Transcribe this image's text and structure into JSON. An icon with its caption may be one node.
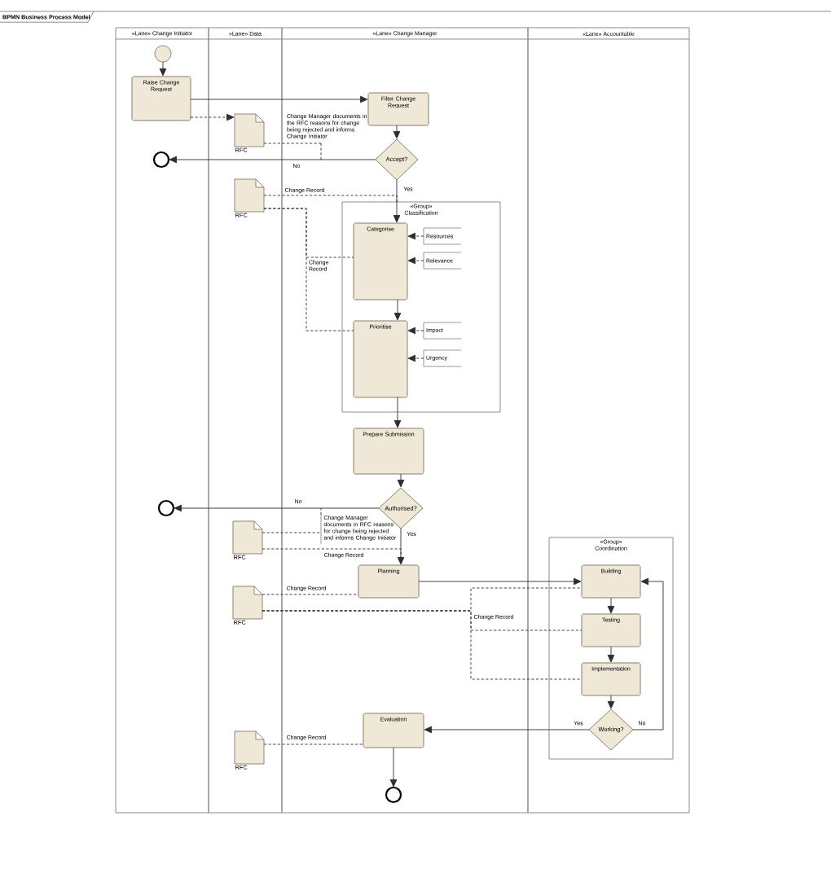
{
  "diagram": {
    "title": "BPMN Business Process Model",
    "nodes": [
      {
        "text": [
          "«Lane» Change Initiator"
        ]
      },
      {
        "text": [
          "«Lane» Data"
        ]
      },
      {
        "text": [
          "«Lane» Change Manager"
        ]
      },
      {
        "text": [
          "«Lane» Accountable"
        ]
      },
      {
        "text": [],
        "shape": "circle",
        "in": 0
      },
      {
        "text": [
          "Raise Change Request"
        ],
        "in": 0
      },
      {
        "text": [
          "Filter Change Request"
        ],
        "in": 2
      },
      {
        "text": [
          "RFC"
        ],
        "in": 1
      },
      {
        "text": [
          "Change Manager documents in the RFC reasons for change being rejected and informs Change Initiator"
        ],
        "in": 2
      },
      {
        "text": [],
        "shape": "circle",
        "in": 0
      },
      {
        "text": [
          "Accept?"
        ],
        "in": 2
      },
      {
        "text": [
          "RFC"
        ],
        "in": 1
      },
      {
        "text": [
          "«Group»",
          "Classification"
        ],
        "in": 2
      },
      {
        "text": [
          "Categorise"
        ],
        "in": 12
      },
      {
        "text": [
          "Resources"
        ],
        "in": 12
      },
      {
        "text": [
          "Relevance"
        ],
        "in": 12
      },
      {
        "text": [
          "Prioritise"
        ],
        "in": 12
      },
      {
        "text": [
          "Impact"
        ],
        "in": 12
      },
      {
        "text": [
          "Urgency"
        ],
        "in": 12
      },
      {
        "text": [
          "Prepare Submission"
        ],
        "in": 2
      },
      {
        "text": [],
        "shape": "circle",
        "in": 0
      },
      {
        "text": [
          "Authorised?"
        ],
        "in": 2
      },
      {
        "text": [
          "RFC"
        ],
        "in": 1
      },
      {
        "text": [
          "Change Manager documents in RFC reasons for change being rejected and informs Change Initiator"
        ],
        "in": 2
      },
      {
        "text": [
          "Planning"
        ],
        "in": 2
      },
      {
        "text": [
          "RFC"
        ],
        "in": 1
      },
      {
        "text": [
          "«Group»",
          "Coordination"
        ],
        "in": 3
      },
      {
        "text": [
          "Building"
        ],
        "in": 26
      },
      {
        "text": [
          "Testing"
        ],
        "in": 26
      },
      {
        "text": [
          "Implementation"
        ],
        "in": 26
      },
      {
        "text": [
          "Working?"
        ],
        "in": 26
      },
      {
        "text": [
          "RFC"
        ],
        "in": 1
      },
      {
        "text": [
          "Evaluation"
        ],
        "in": 2
      },
      {
        "text": [],
        "shape": "circle",
        "in": 2
      }
    ],
    "edges": [
      {
        "from": 4,
        "to": 5,
        "arrow": "to"
      },
      {
        "from": 5,
        "to": 6,
        "arrow": "to"
      },
      {
        "from": 5,
        "to": 7,
        "arrow": "to",
        "style": "dashed"
      },
      {
        "from": 6,
        "to": 10,
        "arrow": "to"
      },
      {
        "from": 10,
        "to": 9,
        "arrow": "to",
        "label": "No"
      },
      {
        "from": 10,
        "to": 13,
        "arrow": "to",
        "label": "Yes"
      },
      {
        "from": 7,
        "to": 8,
        "arrow": "none",
        "style": "dashed"
      },
      {
        "from": 8,
        "to": null,
        "arrow": "none",
        "style": "dashed"
      },
      {
        "from": 11,
        "to": 12,
        "arrow": "none",
        "style": "dashed",
        "label": "Change Record"
      },
      {
        "from": 11,
        "to": 13,
        "arrow": "none",
        "style": "dashed",
        "label": "Change Record"
      },
      {
        "from": 11,
        "to": 16,
        "arrow": "none",
        "style": "dashed"
      },
      {
        "from": 14,
        "to": 13,
        "arrow": "to",
        "style": "dashed"
      },
      {
        "from": 15,
        "to": 13,
        "arrow": "to",
        "style": "dashed"
      },
      {
        "from": 13,
        "to": 16,
        "arrow": "to"
      },
      {
        "from": 17,
        "to": 16,
        "arrow": "to",
        "style": "dashed"
      },
      {
        "from": 18,
        "to": 16,
        "arrow": "to",
        "style": "dashed"
      },
      {
        "from": 16,
        "to": 19,
        "arrow": "to"
      },
      {
        "from": 19,
        "to": 21,
        "arrow": "to"
      },
      {
        "from": 21,
        "to": 20,
        "arrow": "to",
        "label": "No"
      },
      {
        "from": 21,
        "to": 24,
        "arrow": "to",
        "label": "Yes"
      },
      {
        "from": 22,
        "to": 23,
        "arrow": "none",
        "style": "dashed"
      },
      {
        "from": 23,
        "to": null,
        "arrow": "none",
        "style": "dashed"
      },
      {
        "from": 22,
        "to": 24,
        "arrow": "none",
        "style": "dashed",
        "label": "Change Record"
      },
      {
        "from": 25,
        "to": 24,
        "arrow": "none",
        "style": "dashed",
        "label": "Change Record"
      },
      {
        "from": 25,
        "to": 27,
        "arrow": "none",
        "style": "dashed",
        "label": "Change Record"
      },
      {
        "from": 25,
        "to": 28,
        "arrow": "none",
        "style": "dashed"
      },
      {
        "from": 25,
        "to": 29,
        "arrow": "none",
        "style": "dashed"
      },
      {
        "from": 24,
        "to": 27,
        "arrow": "to"
      },
      {
        "from": 27,
        "to": 28,
        "arrow": "to"
      },
      {
        "from": 28,
        "to": 29,
        "arrow": "to"
      },
      {
        "from": 29,
        "to": 30,
        "arrow": "to"
      },
      {
        "from": 30,
        "to": 27,
        "arrow": "to",
        "label": "No"
      },
      {
        "from": 30,
        "to": 32,
        "arrow": "to",
        "label": "Yes"
      },
      {
        "from": 31,
        "to": 32,
        "arrow": "none",
        "style": "dashed",
        "label": "Change Record"
      },
      {
        "from": 32,
        "to": 33,
        "arrow": "to"
      }
    ]
  }
}
